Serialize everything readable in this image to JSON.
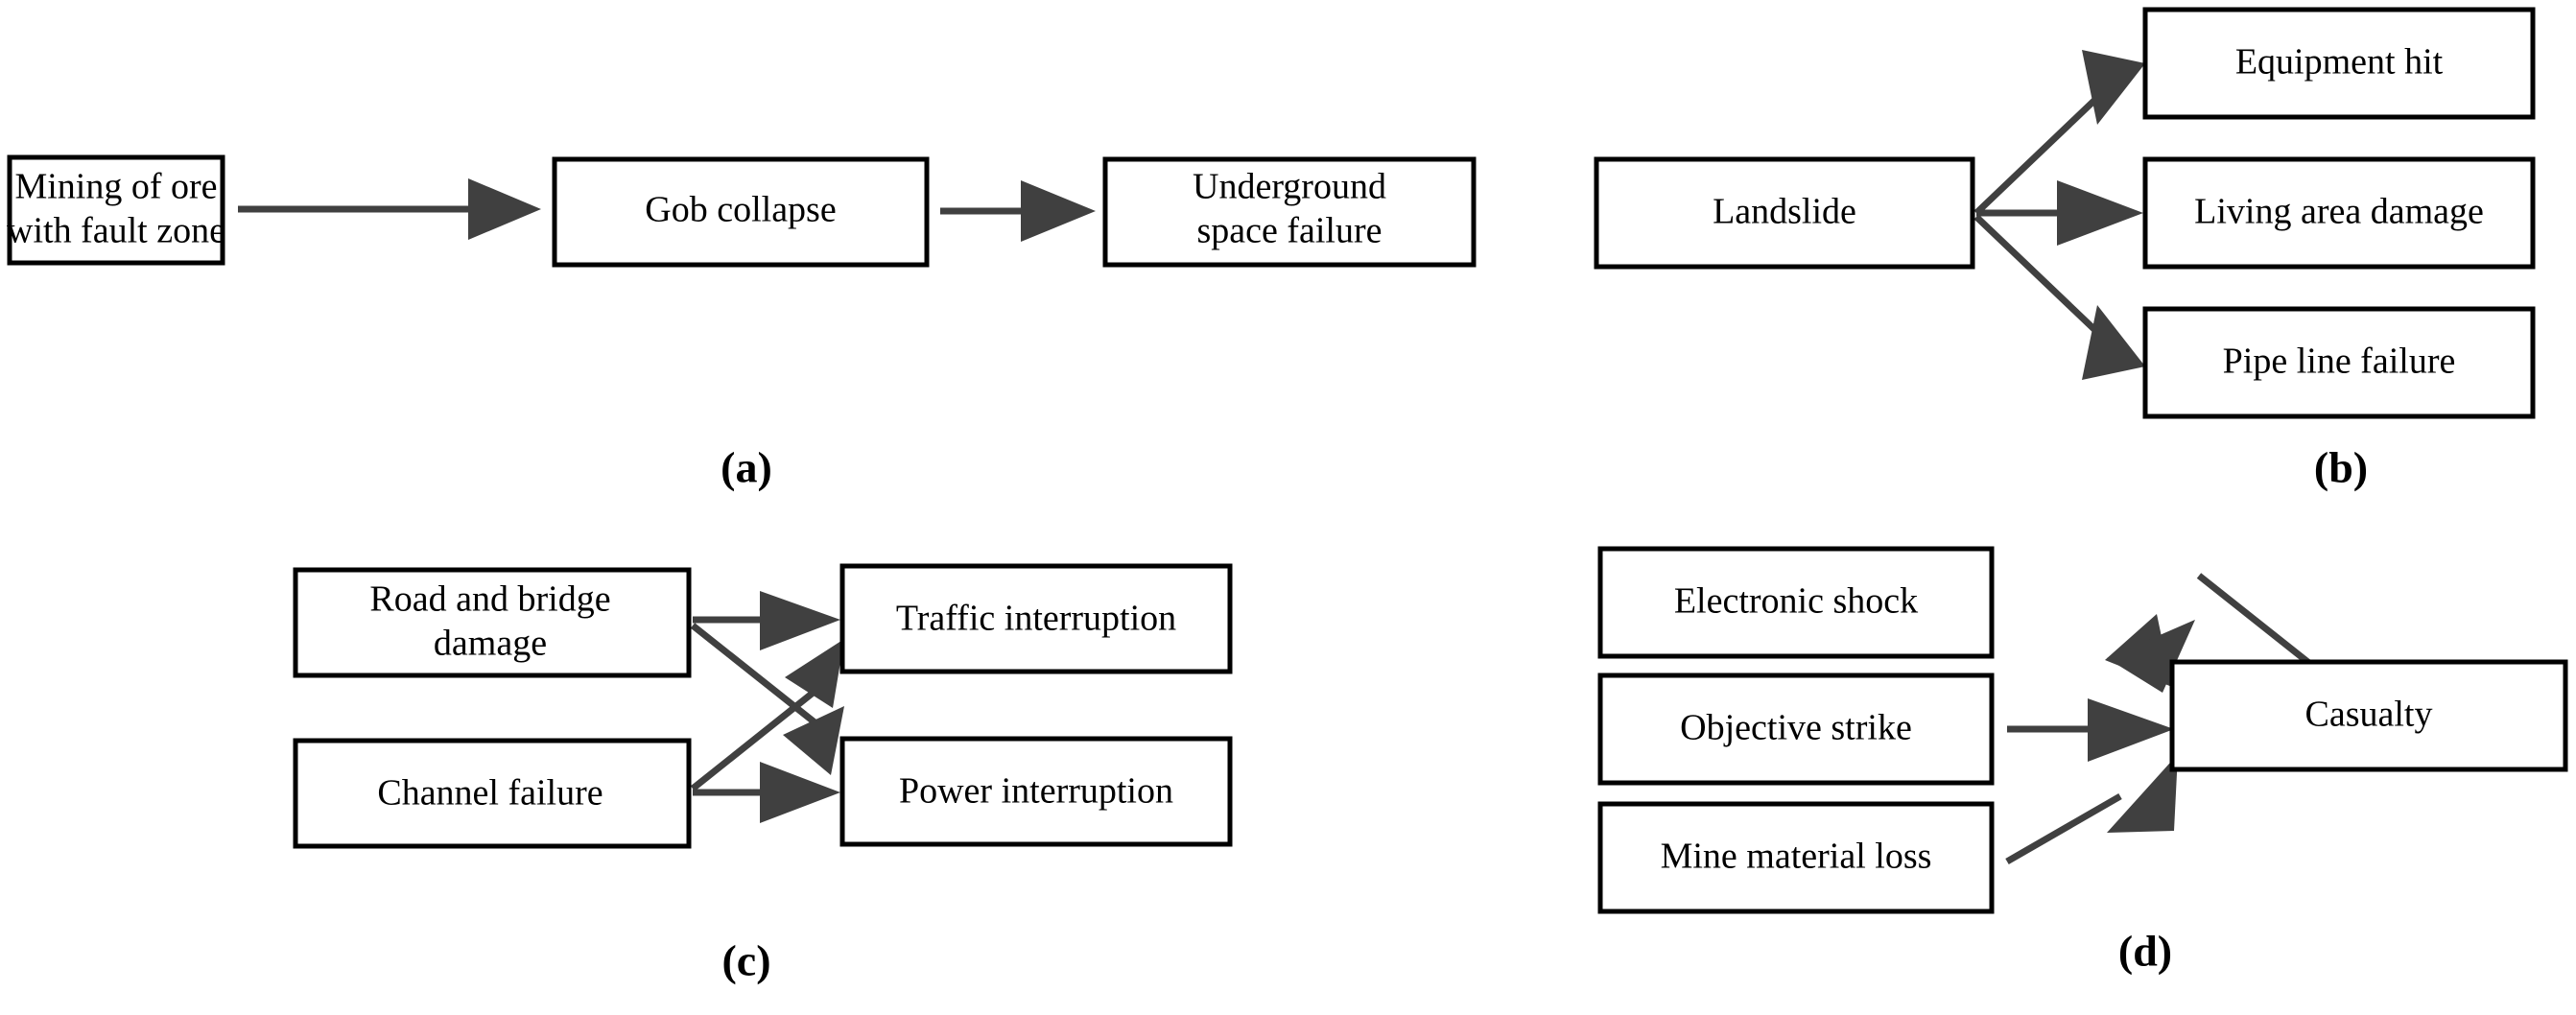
{
  "figure": {
    "background_color": "#ffffff",
    "box_stroke_color": "#000000",
    "arrow_color": "#404040",
    "panels": [
      {
        "id": "a",
        "caption": "(a)",
        "nodes": [
          {
            "id": "a1",
            "label_line1": "Mining of ore",
            "label_line2": "with fault zone"
          },
          {
            "id": "a2",
            "label_line1": "Gob collapse",
            "label_line2": ""
          },
          {
            "id": "a3",
            "label_line1": "Underground",
            "label_line2": "space failure"
          }
        ],
        "edges": [
          {
            "from": "a1",
            "to": "a2"
          },
          {
            "from": "a2",
            "to": "a3"
          }
        ]
      },
      {
        "id": "b",
        "caption": "(b)",
        "nodes": [
          {
            "id": "b0",
            "label_line1": "Landslide",
            "label_line2": ""
          },
          {
            "id": "b1",
            "label_line1": "Equipment hit",
            "label_line2": ""
          },
          {
            "id": "b2",
            "label_line1": "Living area damage",
            "label_line2": ""
          },
          {
            "id": "b3",
            "label_line1": "Pipe line failure",
            "label_line2": ""
          }
        ],
        "edges": [
          {
            "from": "b0",
            "to": "b1"
          },
          {
            "from": "b0",
            "to": "b2"
          },
          {
            "from": "b0",
            "to": "b3"
          }
        ]
      },
      {
        "id": "c",
        "caption": "(c)",
        "nodes": [
          {
            "id": "c1",
            "label_line1": "Road and bridge",
            "label_line2": "damage"
          },
          {
            "id": "c2",
            "label_line1": "Channel failure",
            "label_line2": ""
          },
          {
            "id": "c3",
            "label_line1": "Traffic interruption",
            "label_line2": ""
          },
          {
            "id": "c4",
            "label_line1": "Power interruption",
            "label_line2": ""
          }
        ],
        "edges": [
          {
            "from": "c1",
            "to": "c3"
          },
          {
            "from": "c1",
            "to": "c4"
          },
          {
            "from": "c2",
            "to": "c3"
          },
          {
            "from": "c2",
            "to": "c4"
          }
        ]
      },
      {
        "id": "d",
        "caption": "(d)",
        "nodes": [
          {
            "id": "d1",
            "label_line1": "Electronic shock",
            "label_line2": ""
          },
          {
            "id": "d2",
            "label_line1": "Objective strike",
            "label_line2": ""
          },
          {
            "id": "d3",
            "label_line1": "Mine material loss",
            "label_line2": ""
          },
          {
            "id": "d4",
            "label_line1": "Casualty",
            "label_line2": ""
          }
        ],
        "edges": [
          {
            "from": "d1",
            "to": "d4"
          },
          {
            "from": "d2",
            "to": "d4"
          },
          {
            "from": "d3",
            "to": "d4"
          }
        ]
      }
    ]
  }
}
